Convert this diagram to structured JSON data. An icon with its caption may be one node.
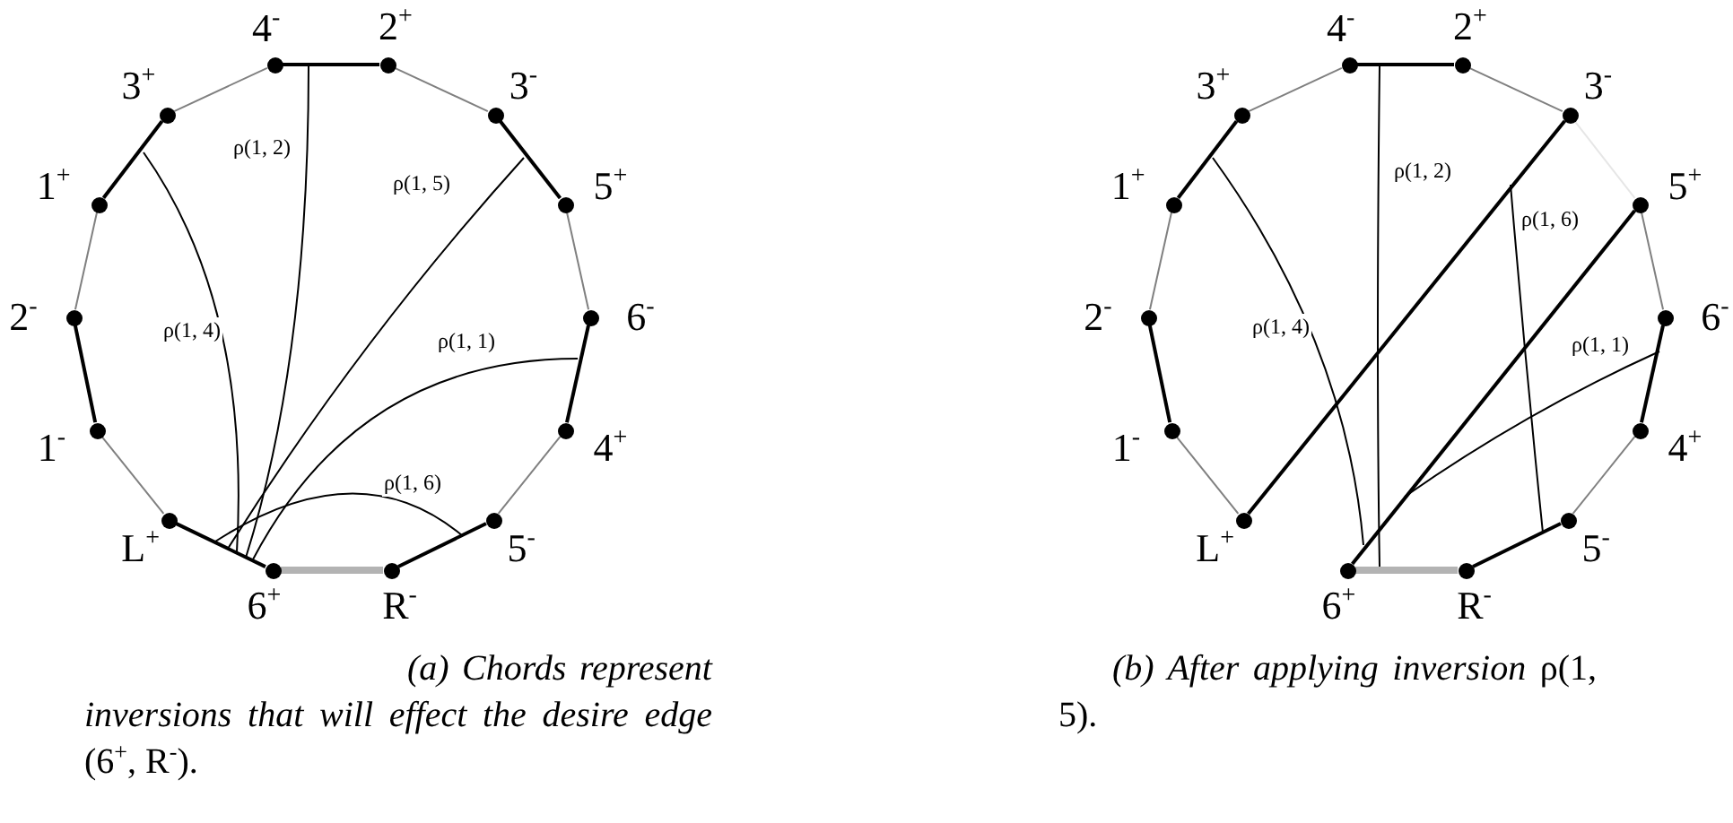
{
  "diagram": {
    "nodes": [
      {
        "text": [],
        "shape": "circle",
        "beside": [
          "4$^{-}$"
        ]
      },
      {
        "text": [],
        "shape": "circle",
        "beside": [
          "2$^{+}$"
        ]
      },
      {
        "text": [],
        "shape": "circle",
        "beside": [
          "3$^{+}$"
        ]
      },
      {
        "text": [],
        "shape": "circle",
        "beside": [
          "3$^{-}$"
        ]
      },
      {
        "text": [],
        "shape": "circle",
        "beside": [
          "1$^{+}$"
        ]
      },
      {
        "text": [],
        "shape": "circle",
        "beside": [
          "5$^{+}$"
        ]
      },
      {
        "text": [],
        "shape": "circle",
        "beside": [
          "2$^{-}$"
        ]
      },
      {
        "text": [],
        "shape": "circle",
        "beside": [
          "6$^{-}$"
        ]
      },
      {
        "text": [],
        "shape": "circle",
        "beside": [
          "1$^{-}$"
        ]
      },
      {
        "text": [],
        "shape": "circle",
        "beside": [
          "4$^{+}$"
        ]
      },
      {
        "text": [],
        "shape": "circle",
        "beside": [
          "L$^{+}$"
        ]
      },
      {
        "text": [],
        "shape": "circle",
        "beside": [
          "5$^{-}$"
        ]
      },
      {
        "text": [],
        "shape": "circle",
        "beside": [
          "6$^{+}$"
        ]
      },
      {
        "text": [],
        "shape": "circle",
        "beside": [
          "R$^{-}$"
        ]
      },
      {
        "text": [],
        "shape": "circle",
        "beside": [
          "4$^{-}$"
        ]
      },
      {
        "text": [],
        "shape": "circle",
        "beside": [
          "2$^{+}$"
        ]
      },
      {
        "text": [],
        "shape": "circle",
        "beside": [
          "3$^{+}$"
        ]
      },
      {
        "text": [],
        "shape": "circle",
        "beside": [
          "3$^{-}$"
        ]
      },
      {
        "text": [],
        "shape": "circle",
        "beside": [
          "1$^{+}$"
        ]
      },
      {
        "text": [],
        "shape": "circle",
        "beside": [
          "5$^{+}$"
        ]
      },
      {
        "text": [],
        "shape": "circle",
        "beside": [
          "2$^{-}$"
        ]
      },
      {
        "text": [],
        "shape": "circle",
        "beside": [
          "6$^{-}$"
        ]
      },
      {
        "text": [],
        "shape": "circle",
        "beside": [
          "1$^{-}$"
        ]
      },
      {
        "text": [],
        "shape": "circle",
        "beside": [
          "4$^{+}$"
        ]
      },
      {
        "text": [],
        "shape": "circle",
        "beside": [
          "L$^{+}$"
        ]
      },
      {
        "text": [],
        "shape": "circle",
        "beside": [
          "5$^{-}$"
        ]
      },
      {
        "text": [],
        "shape": "circle",
        "beside": [
          "6$^{+}$"
        ]
      },
      {
        "text": [],
        "shape": "circle",
        "beside": [
          "R$^{-}$"
        ]
      }
    ],
    "edges": [
      {
        "from": 10,
        "to": 8,
        "arrow": "none",
        "color": "#808080"
      },
      {
        "from": 8,
        "to": 6,
        "arrow": "none"
      },
      {
        "from": 6,
        "to": 4,
        "arrow": "none",
        "color": "#808080"
      },
      {
        "from": 4,
        "to": 2,
        "arrow": "none"
      },
      {
        "from": 2,
        "to": 0,
        "arrow": "none",
        "color": "#808080"
      },
      {
        "from": 0,
        "to": 1,
        "arrow": "none"
      },
      {
        "from": 1,
        "to": 3,
        "arrow": "none",
        "color": "#808080"
      },
      {
        "from": 3,
        "to": 5,
        "arrow": "none"
      },
      {
        "from": 5,
        "to": 7,
        "arrow": "none",
        "color": "#808080"
      },
      {
        "from": 7,
        "to": 9,
        "arrow": "none"
      },
      {
        "from": 9,
        "to": 11,
        "arrow": "none",
        "color": "#808080"
      },
      {
        "from": 11,
        "to": 13,
        "arrow": "none"
      },
      {
        "from": 13,
        "to": 12,
        "arrow": "none",
        "style": "thick",
        "color": "#b3b3b3"
      },
      {
        "from": 12,
        "to": 10,
        "arrow": "none"
      },
      {
        "from": 24,
        "to": 22,
        "arrow": "none",
        "color": "#808080"
      },
      {
        "from": 22,
        "to": 20,
        "arrow": "none"
      },
      {
        "from": 20,
        "to": 18,
        "arrow": "none",
        "color": "#808080"
      },
      {
        "from": 18,
        "to": 16,
        "arrow": "none"
      },
      {
        "from": 16,
        "to": 14,
        "arrow": "none",
        "color": "#808080"
      },
      {
        "from": 14,
        "to": 15,
        "arrow": "none"
      },
      {
        "from": 15,
        "to": 17,
        "arrow": "none",
        "color": "#808080"
      },
      {
        "from": 17,
        "to": 19,
        "arrow": "none",
        "color": "#e6e6e6"
      },
      {
        "from": 19,
        "to": 21,
        "arrow": "none",
        "color": "#808080"
      },
      {
        "from": 21,
        "to": 23,
        "arrow": "none"
      },
      {
        "from": 23,
        "to": 25,
        "arrow": "none",
        "color": "#808080"
      },
      {
        "from": 25,
        "to": 27,
        "arrow": "none"
      },
      {
        "from": 27,
        "to": 26,
        "arrow": "none",
        "style": "thick",
        "color": "#b3b3b3"
      },
      {
        "from": 24,
        "to": 17,
        "arrow": "none"
      },
      {
        "from": 26,
        "to": 19,
        "arrow": "none"
      }
    ],
    "labels": [
      "ρ(1, 2)",
      "ρ(1, 5)",
      "ρ(1, 4)",
      "ρ(1, 1)",
      "ρ(1, 6)",
      "*(a) Chords represent inversions that will effect the desire edge* (6$^{+}$, R$^{-}$).",
      "ρ(1, 2)",
      "ρ(1, 6)",
      "ρ(1, 4)",
      "ρ(1, 1)",
      "*(b) After applying inversion* ρ(1, 5)."
    ]
  }
}
